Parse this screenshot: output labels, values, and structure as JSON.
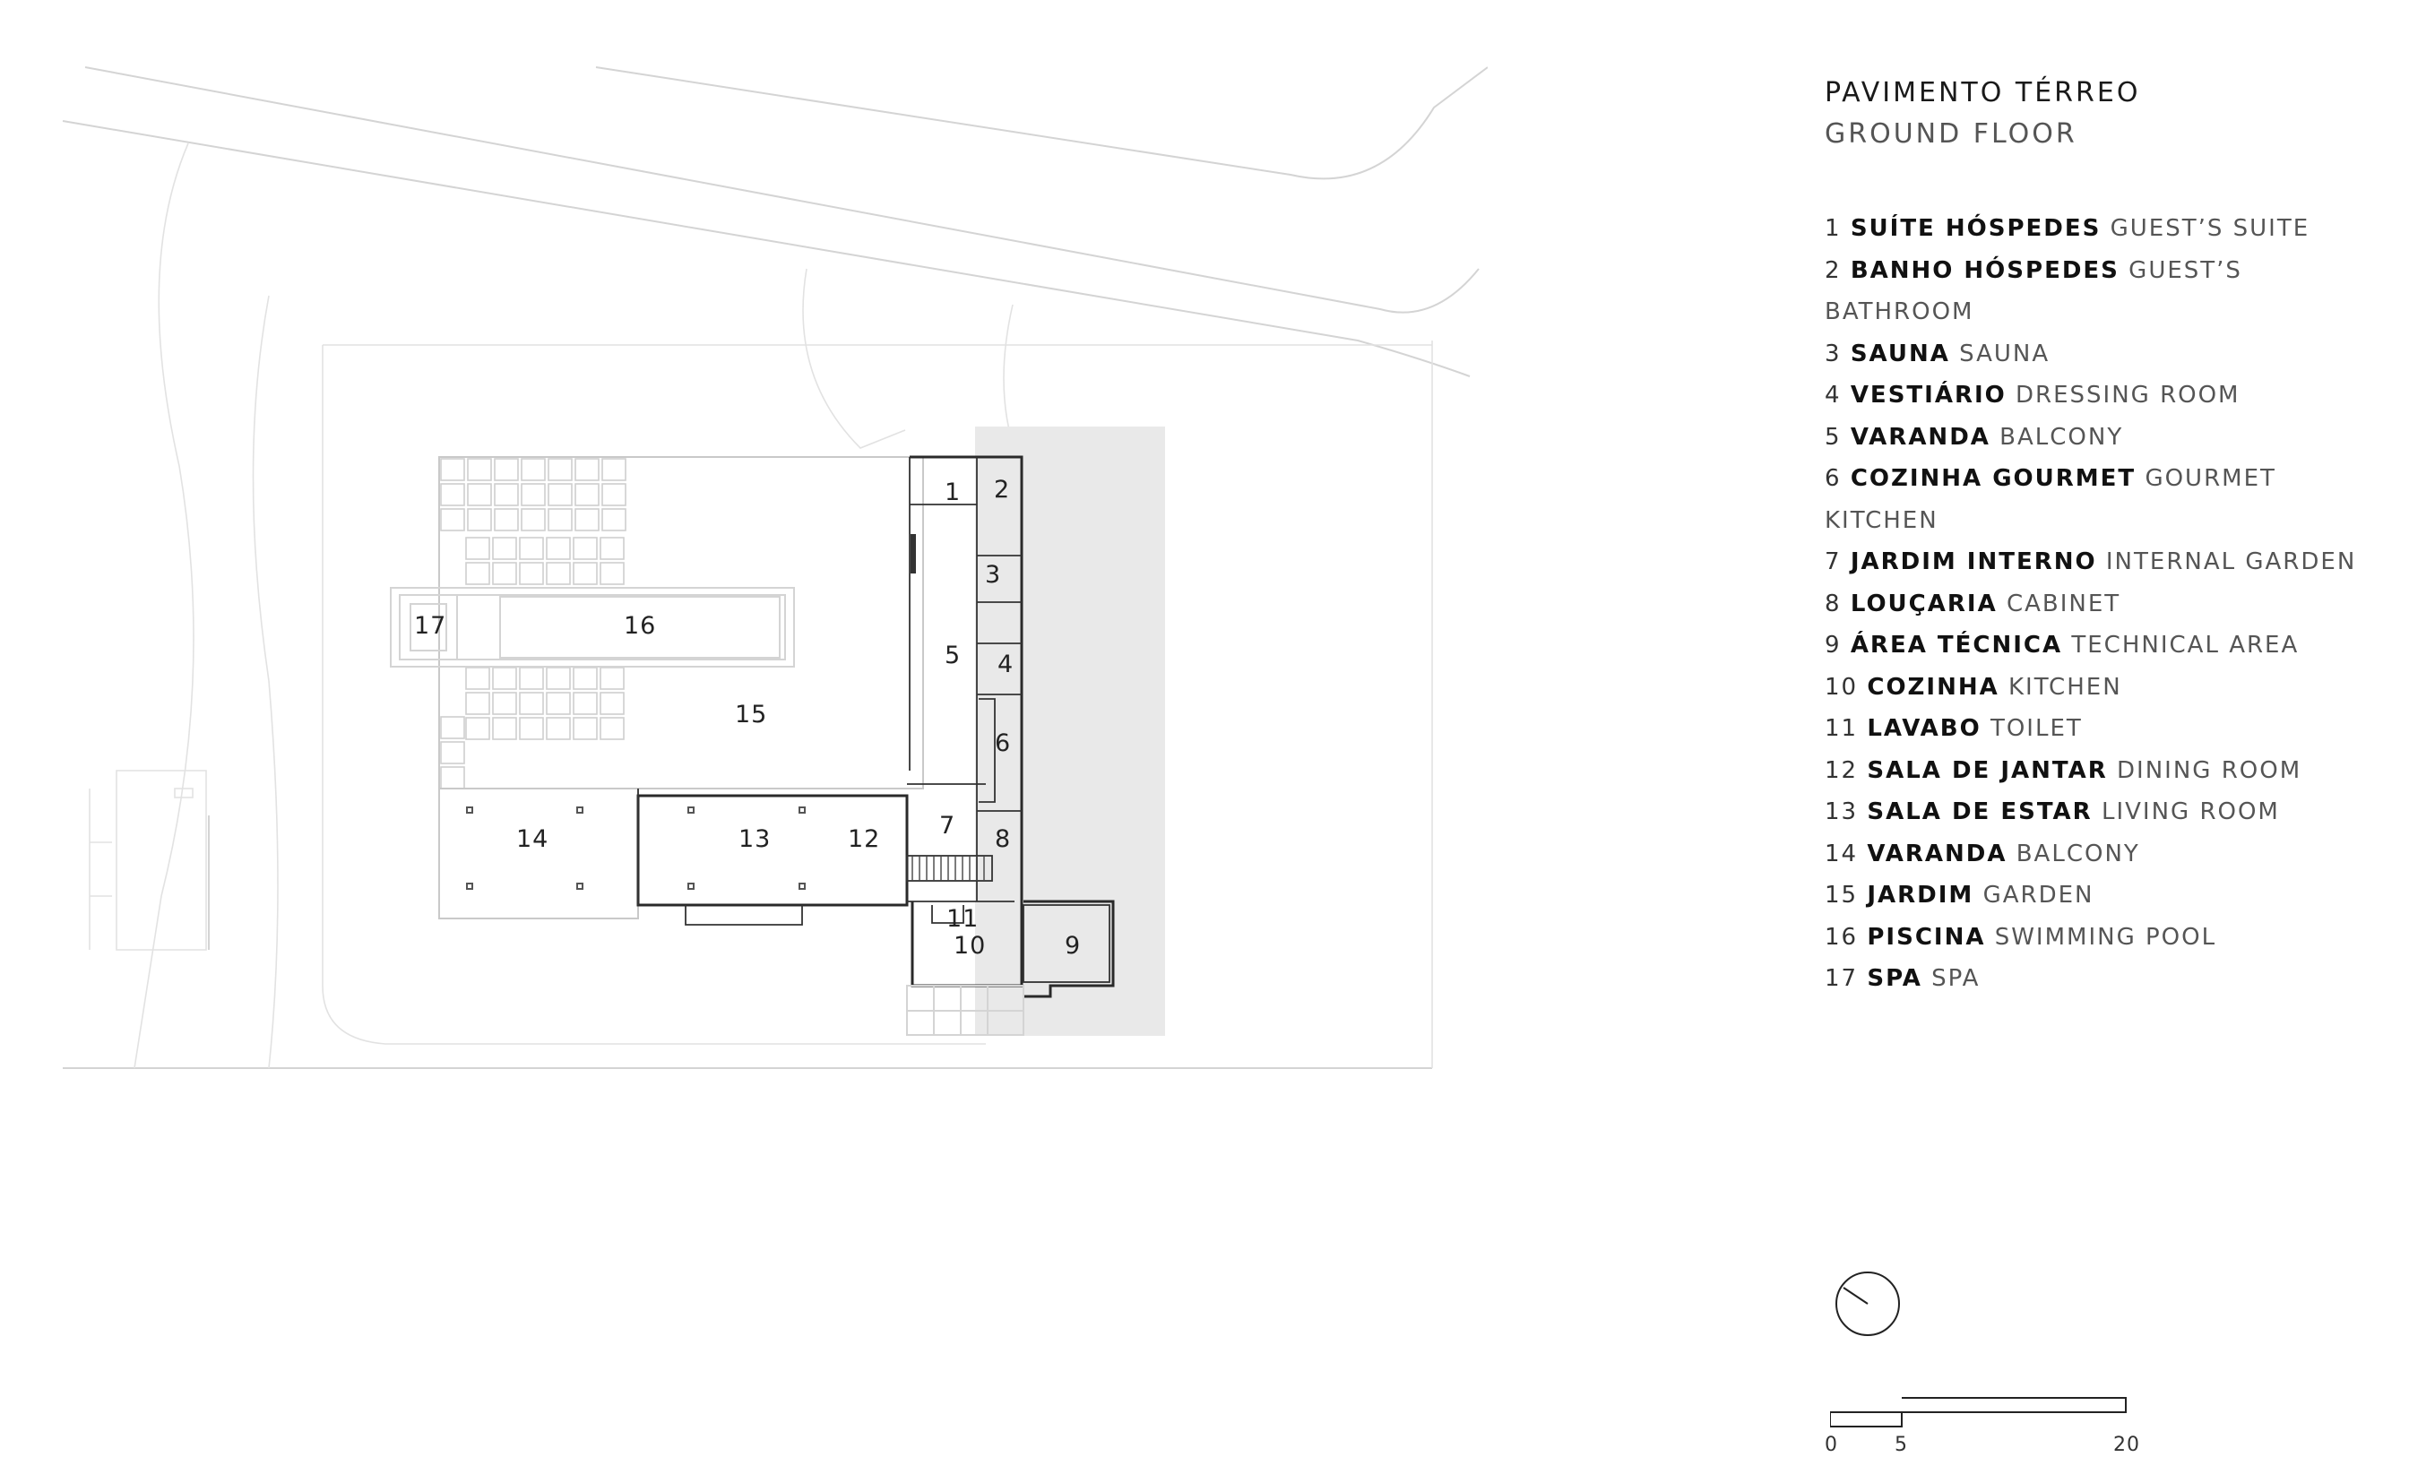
{
  "title": {
    "pt": "PAVIMENTO TÉRREO",
    "en": "GROUND FLOOR"
  },
  "legend": [
    {
      "num": "1",
      "pt": "SUÍTE HÓSPEDES",
      "en": "GUEST’S SUITE"
    },
    {
      "num": "2",
      "pt": "BANHO HÓSPEDES",
      "en": "GUEST’S BATHROOM"
    },
    {
      "num": "3",
      "pt": "SAUNA",
      "en": "SAUNA"
    },
    {
      "num": "4",
      "pt": "VESTIÁRIO",
      "en": "DRESSING ROOM"
    },
    {
      "num": "5",
      "pt": "VARANDA",
      "en": "BALCONY"
    },
    {
      "num": "6",
      "pt": "COZINHA GOURMET",
      "en": "GOURMET KITCHEN"
    },
    {
      "num": "7",
      "pt": "JARDIM INTERNO",
      "en": "INTERNAL GARDEN"
    },
    {
      "num": "8",
      "pt": "LOUÇARIA",
      "en": "CABINET"
    },
    {
      "num": "9",
      "pt": "ÁREA TÉCNICA",
      "en": "TECHNICAL AREA"
    },
    {
      "num": "10",
      "pt": "COZINHA",
      "en": "KITCHEN"
    },
    {
      "num": "11",
      "pt": "LAVABO",
      "en": "TOILET"
    },
    {
      "num": "12",
      "pt": "SALA DE JANTAR",
      "en": "DINING ROOM"
    },
    {
      "num": "13",
      "pt": "SALA DE ESTAR",
      "en": "LIVING ROOM"
    },
    {
      "num": "14",
      "pt": "VARANDA",
      "en": "BALCONY"
    },
    {
      "num": "15",
      "pt": "JARDIM",
      "en": "GARDEN"
    },
    {
      "num": "16",
      "pt": "PISCINA",
      "en": "SWIMMING POOL"
    },
    {
      "num": "17",
      "pt": "SPA",
      "en": "SPA"
    }
  ],
  "plan_labels": {
    "r1": "1",
    "r2": "2",
    "r3": "3",
    "r4": "4",
    "r5": "5",
    "r6": "6",
    "r7": "7",
    "r8": "8",
    "r9": "9",
    "r10": "10",
    "r11": "11",
    "r12": "12",
    "r13": "13",
    "r14": "14",
    "r15": "15",
    "r16": "16",
    "r17": "17"
  },
  "scale_bar": {
    "labels": [
      "0",
      "5",
      "20"
    ]
  },
  "north_icon": "north-arrow-icon"
}
